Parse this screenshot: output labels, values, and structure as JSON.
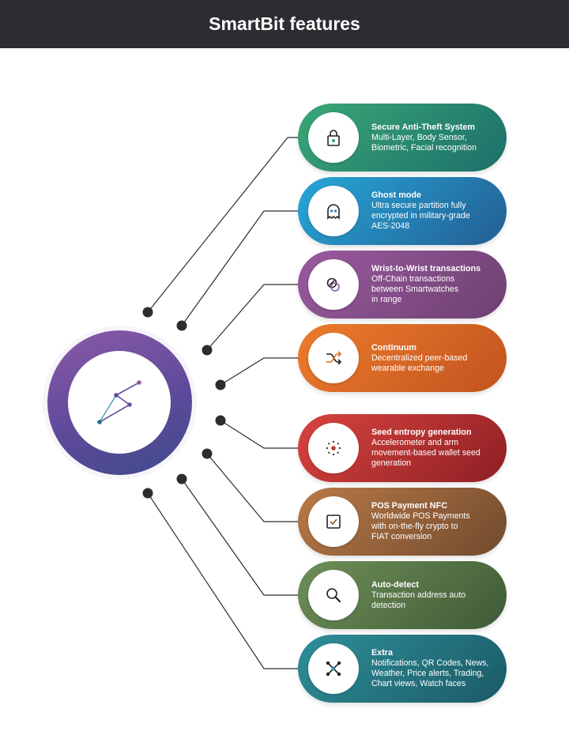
{
  "header": {
    "title": "SmartBit features"
  },
  "features": [
    {
      "icon": "lock-icon",
      "title": "Secure Anti-Theft System",
      "description": "Multi-Layer, Body Sensor,\nBiometric, Facial recognition",
      "color_start": "#3aa776",
      "color_end": "#1c6f6a"
    },
    {
      "icon": "ghost-icon",
      "title": "Ghost mode",
      "description": "Ultra secure partition fully\nencrypted in military-grade\nAES-2048",
      "color_start": "#27a7d8",
      "color_end": "#235e93"
    },
    {
      "icon": "token-icon",
      "title": "Wrist-to-Wrist transactions",
      "description": "Off-Chain transactions\nbetween Smartwatches\nin range",
      "color_start": "#9a5aa0",
      "color_end": "#6e4070"
    },
    {
      "icon": "shuffle-icon",
      "title": "Continuum",
      "description": "Decentralized peer-based\nwearable exchange",
      "color_start": "#ec7c2c",
      "color_end": "#c2531e"
    },
    {
      "icon": "entropy-icon",
      "title": "Seed entropy generation",
      "description": "Accelerometer and arm\nmovement-based wallet seed\ngeneration",
      "color_start": "#d8443f",
      "color_end": "#8e1f24"
    },
    {
      "icon": "checkbox-icon",
      "title": "POS Payment NFC",
      "description": "Worldwide POS Payments\nwith on-the-fly crypto to\nFIAT conversion",
      "color_start": "#b97a47",
      "color_end": "#714a2e"
    },
    {
      "icon": "magnifier-icon",
      "title": "Auto-detect",
      "description": "Transaction address auto\ndetection",
      "color_start": "#6f8f58",
      "color_end": "#3f5a36"
    },
    {
      "icon": "network-icon",
      "title": "Extra",
      "description": "Notifications, QR Codes, News,\nWeather, Price alerts, Trading,\nChart views, Watch faces",
      "color_start": "#2e8f99",
      "color_end": "#1b5a66"
    }
  ],
  "colors": {
    "header_bg": "#2b2d31",
    "connector": "#2b2d31",
    "hub_start": "#8a5aa8",
    "hub_end": "#3e4a8c"
  }
}
